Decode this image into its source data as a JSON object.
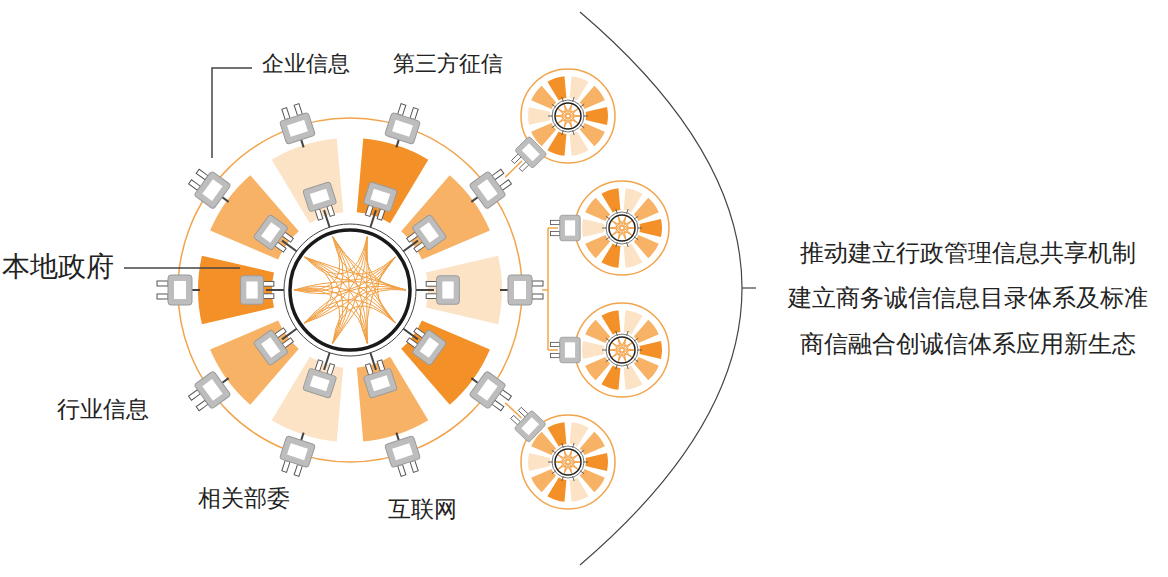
{
  "diagram": {
    "labels": [
      "企业信息",
      "第三方征信",
      "本地政府",
      "行业信息",
      "相关部委",
      "互联网",
      "推动建立行政管理信息共享机制",
      "建立商务诚信信息目录体系及标准",
      "商信融合创诚信体系应用新生态"
    ]
  }
}
